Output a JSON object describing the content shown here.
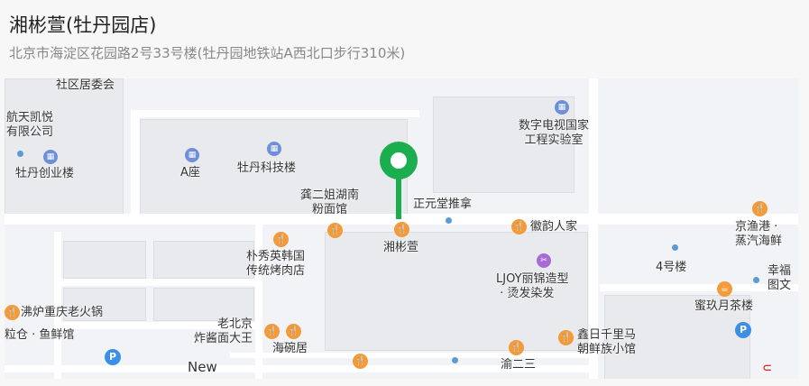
{
  "header": {
    "title": "湘彬萱(牡丹园店)",
    "address": "北京市海淀区花园路2号33号楼(牡丹园地铁站A西北口步行310米)"
  },
  "map": {
    "labels": {
      "shequ": "社区居委会",
      "hangtian": "航天凯悦\n有限公司",
      "mudan_cy": "牡丹创业楼",
      "azuo": "A座",
      "mudan_kj": "牡丹科技楼",
      "shuzi": "数字电视国家\n工程实验室",
      "gonger": "龚二姐湖南\n粉面馆",
      "zhengyuan": "正元堂推拿",
      "xiangbin": "湘彬萱",
      "huiyun": "徽韵人家",
      "jingyu": "京渔港 ·\n蒸汽海鲜",
      "piaoxiu": "朴秀英韩国\n传统烤肉店",
      "ljoy": "LJOY丽锦造型\n · 烫发染发",
      "lou4": "4号楼",
      "xingfu": "幸福\n图文",
      "mijiu": "蜜玖月茶楼",
      "feilu": "沸炉重庆老火锅",
      "lican": "粒仓 · 鱼鲜馆",
      "laobeijing": "老北京\n炸酱面大王",
      "haiwan": "海碗居",
      "xinri": "鑫日千里马\n朝鲜族小馆",
      "yuersan": "渝二三",
      "new": "New"
    },
    "colors": {
      "pin": "#1aae4e",
      "poi": "#f29b38",
      "parking": "#3b8fe6"
    }
  }
}
